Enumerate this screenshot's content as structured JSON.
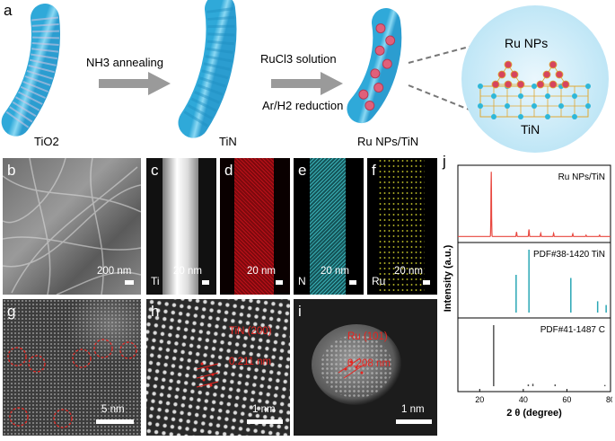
{
  "panels": {
    "a": {
      "label": "a",
      "stage_tio2": "TiO2",
      "stage_tin": "TiN",
      "stage_ru": "Ru NPs/TiN",
      "step1": "NH3 annealing",
      "step2_top": "RuCl3 solution",
      "step2_bottom": "Ar/H2 reduction",
      "inset_top": "Ru NPs",
      "inset_bottom": "TiN"
    },
    "b": {
      "label": "b",
      "scale": "200 nm"
    },
    "c": {
      "label": "c",
      "element": "Ti",
      "scale": "20 nm"
    },
    "d": {
      "label": "d",
      "scale": "20 nm"
    },
    "e": {
      "label": "e",
      "element": "N",
      "scale": "20 nm"
    },
    "f": {
      "label": "f",
      "element": "Ru",
      "scale": "20 nm"
    },
    "g": {
      "label": "g",
      "scale": "5 nm"
    },
    "h": {
      "label": "h",
      "plane": "TiN (200)",
      "spacing": "0.211 nm",
      "scale": "1 nm"
    },
    "i": {
      "label": "i",
      "plane": "Ru (101)",
      "spacing": "0.208 nm",
      "scale": "1 nm"
    },
    "j": {
      "label": "j"
    }
  },
  "colors": {
    "ru_trace": "#e8473f",
    "tin_sticks": "#2aa7b5",
    "c_sticks": "#555555",
    "mapping_ti": "#e6e6e6",
    "mapping_d": "#d0121a",
    "mapping_n": "#3fc3c9",
    "mapping_ru": "#c9c92a"
  },
  "chart_data": {
    "type": "line",
    "xlabel": "2 θ (degree)",
    "ylabel": "Intensity (a.u.)",
    "xlim": [
      10,
      80
    ],
    "xticks": [
      20,
      40,
      60,
      80
    ],
    "series": [
      {
        "name": "Ru NPs/TiN",
        "peaks": [
          [
            25.3,
            1.0
          ],
          [
            36.9,
            0.07
          ],
          [
            42.6,
            0.11
          ],
          [
            48.0,
            0.05
          ],
          [
            53.9,
            0.05
          ],
          [
            62.7,
            0.04
          ],
          [
            68.8,
            0.02
          ],
          [
            75.0,
            0.02
          ]
        ],
        "color": "#e8473f"
      },
      {
        "name": "PDF#38-1420   TiN",
        "sticks": [
          [
            36.7,
            0.6
          ],
          [
            42.6,
            1.0
          ],
          [
            61.8,
            0.55
          ],
          [
            74.1,
            0.18
          ],
          [
            78.0,
            0.12
          ]
        ],
        "color": "#2aa7b5"
      },
      {
        "name": "PDF#41-1487   C",
        "sticks": [
          [
            26.4,
            1.0
          ],
          [
            42.3,
            0.03
          ],
          [
            44.4,
            0.04
          ],
          [
            54.6,
            0.03
          ],
          [
            77.4,
            0.02
          ]
        ],
        "color": "#555555"
      }
    ]
  }
}
